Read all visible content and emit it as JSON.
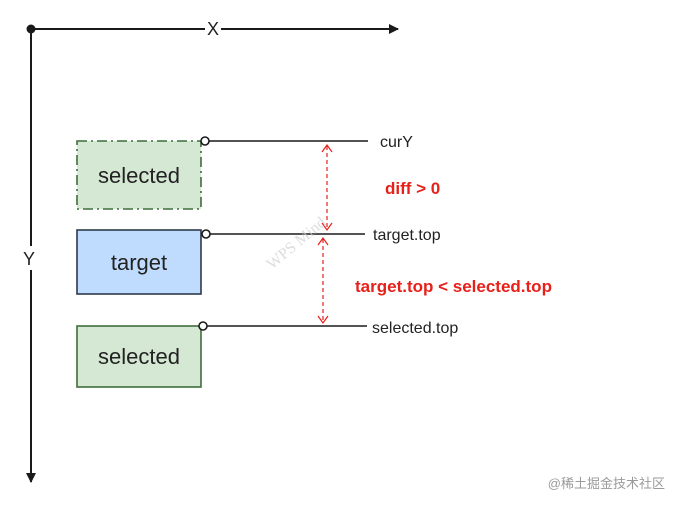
{
  "axes": {
    "x_label": "X",
    "y_label": "Y"
  },
  "boxes": {
    "selected_ghost": "selected",
    "target": "target",
    "selected": "selected"
  },
  "lines": {
    "cury": "curY",
    "target_top": "target.top",
    "selected_top": "selected.top"
  },
  "annotations": {
    "diff": "diff > 0",
    "compare": "target.top < selected.top"
  },
  "watermarks": {
    "ghost": "WPS Mind",
    "corner": "@稀土掘金技术社区"
  },
  "colors": {
    "selected_fill": "#d5e8d4",
    "selected_stroke": "#3f6e3c",
    "target_fill": "#bfdcff",
    "target_stroke": "#2e3a4a",
    "arrow_red": "#e8201a",
    "line": "#1a1a1a"
  }
}
